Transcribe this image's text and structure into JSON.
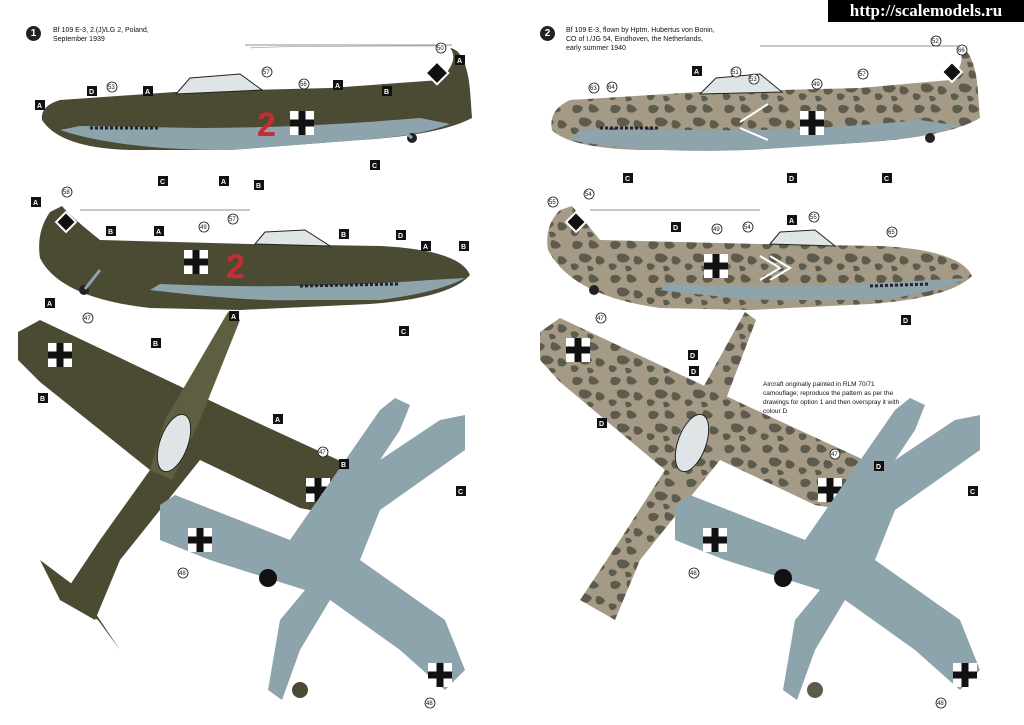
{
  "site_banner": "http://scalemodels.ru",
  "options": [
    {
      "badge": "1",
      "caption": [
        "Bf 109 E-3, 2.(J)/LG 2, Poland,",
        "September 1939"
      ],
      "fuselage_code": "2",
      "colors": {
        "upper_dark": "#4b4a33",
        "upper_green": "#5d5f40",
        "lower": "#8ea4ad",
        "code": "#c42d32"
      }
    },
    {
      "badge": "2",
      "caption": [
        "Bf 109 E-3, flown by Hptm. Hubertus von Bonin,",
        "CO of I./JG 54, Eindhoven, the Netherlands,",
        "early summer 1940"
      ],
      "note": "Aircraft originally painted in RLM 70/71 camouflage; reproduce the pattern as per the drawings for option 1 and then overspray it with colour D",
      "colors": {
        "upper_base": "#a49a85",
        "mottle": "#5d5b4d",
        "lower": "#8ea4ad"
      }
    }
  ],
  "color_keys": [
    "A",
    "B",
    "C",
    "D"
  ],
  "callout_numbers": [
    "47",
    "48",
    "49",
    "50",
    "51",
    "52",
    "53",
    "54",
    "55",
    "56",
    "57",
    "58",
    "63",
    "64",
    "65",
    "66"
  ]
}
